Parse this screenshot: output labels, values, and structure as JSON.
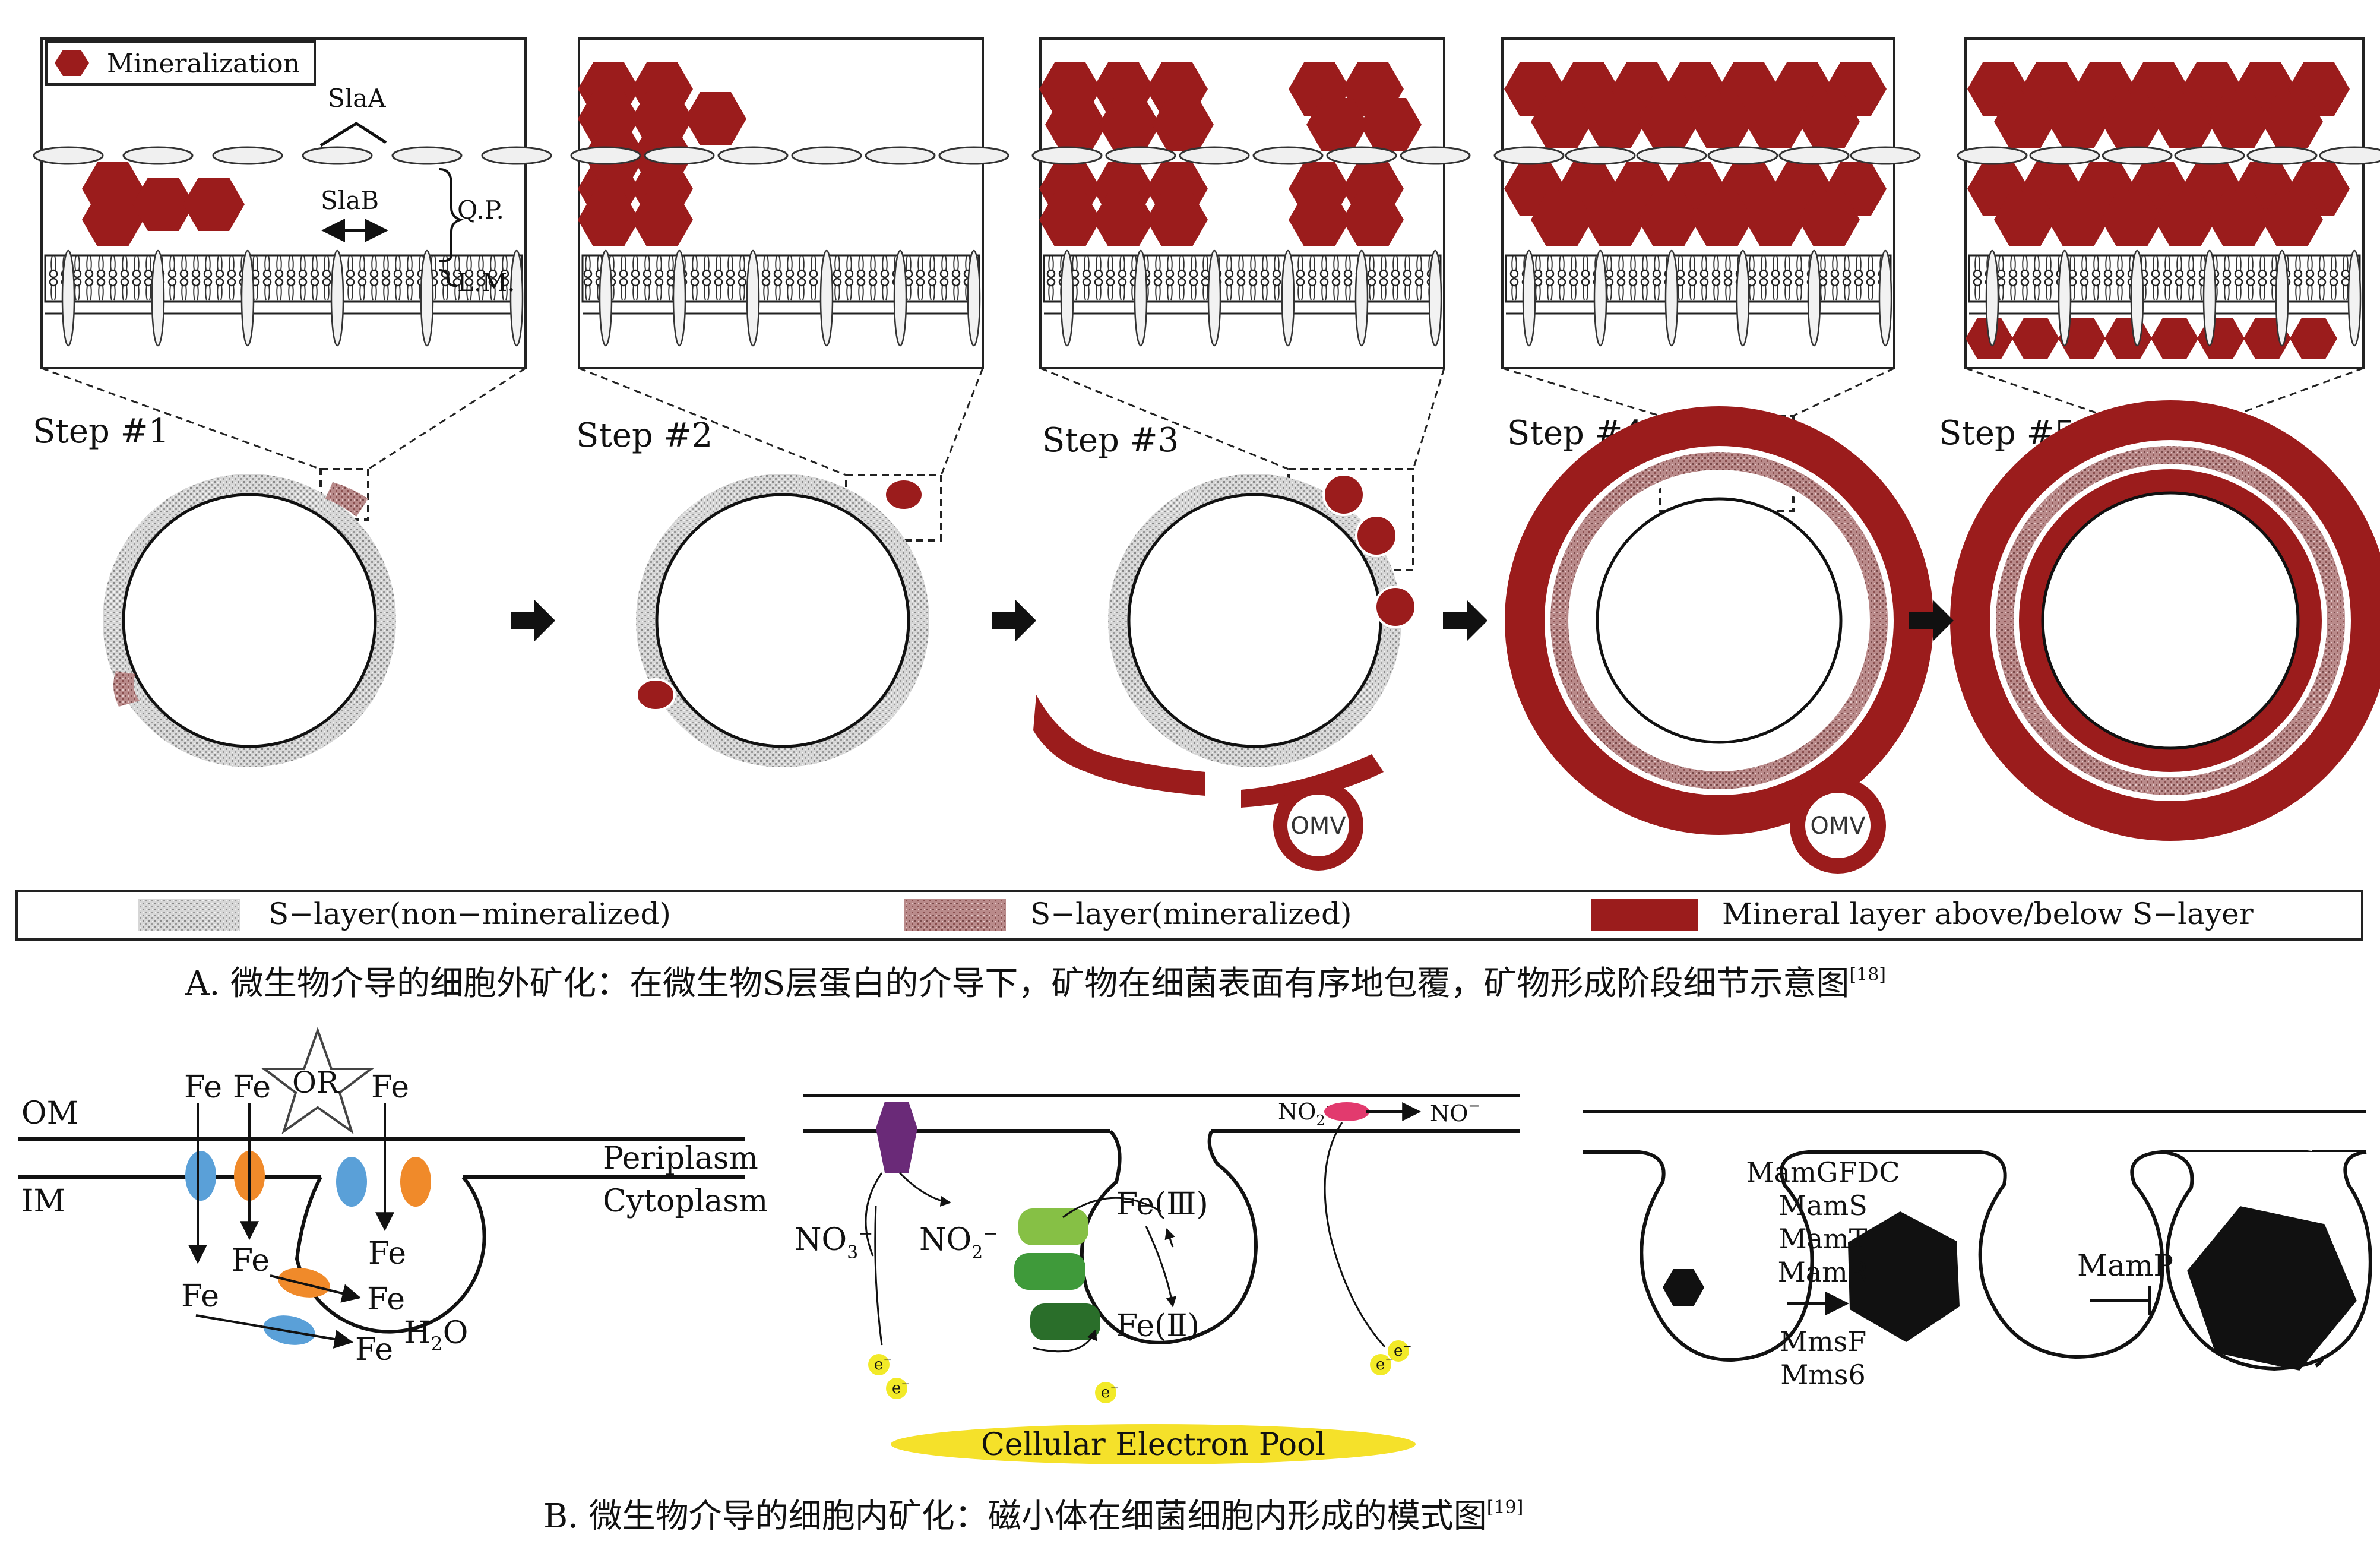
{
  "colors": {
    "mineral": "#9b1c1c",
    "slayer": "#d0d0d0",
    "mem_blue": "#5aa0d8",
    "mem_orange": "#f08a2a",
    "pool": "#f5e12a",
    "electron": "#f2ea28",
    "purple": "#6a2a78",
    "pink": "#e23a6e",
    "green1": "#86c045",
    "green2": "#3f9a3a",
    "green3": "#2a6e2a"
  },
  "panelA": {
    "legend_mineralization": "Mineralization",
    "label_slaA": "SlaA",
    "label_slaB": "SlaB",
    "label_qp": "Q.P.",
    "label_lm": "L.M.",
    "steps": [
      "Step #1",
      "Step #2",
      "Step #3",
      "Step #4",
      "Step #5"
    ],
    "omv": "OMV",
    "legend": [
      {
        "label": "S−layer(non−mineralized)"
      },
      {
        "label": "S−layer(mineralized)"
      },
      {
        "label": "Mineral layer above/below S−layer"
      }
    ],
    "caption_main": "A. 微生物介导的细胞外矿化：在微生物S层蛋白的介导下，矿物在细菌表面有序地包覆，矿物形成阶段细节示意图",
    "caption_ref": "[18]"
  },
  "panelB": {
    "left": {
      "om": "OM",
      "im": "IM",
      "periplasm": "Periplasm",
      "cytoplasm": "Cytoplasm",
      "or": "OR",
      "fe": "Fe",
      "h2o": "H",
      "h2o_sub": "2",
      "h2o_o": "O"
    },
    "mid": {
      "no3": "NO",
      "no3_sub": "3",
      "no3_sup": "−",
      "no2": "NO",
      "no2_sub": "2",
      "no2_sup": "−",
      "no_top": "NO",
      "no_top_sub": "2",
      "no_top_sup": "−",
      "no_out": "NO",
      "no_out_sup": "−",
      "fe3": "Fe(Ⅲ)",
      "fe2": "Fe(Ⅱ)",
      "electron": "e",
      "electron_sup": "−",
      "pool": "Cellular Electron Pool"
    },
    "right": {
      "proteins_top": [
        "MamGFDC",
        "MamS",
        "MamT",
        "MamR"
      ],
      "proteins_bottom": [
        "MmsF",
        "Mms6"
      ],
      "mamp": "MamP"
    },
    "caption_main": "B. 微生物介导的细胞内矿化：磁小体在细菌细胞内形成的模式图",
    "caption_ref": "[19]"
  }
}
